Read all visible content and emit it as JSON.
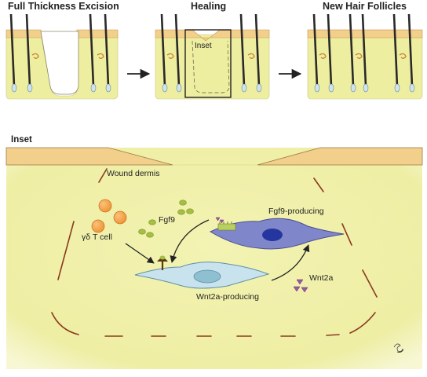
{
  "panels": [
    {
      "title": "Full Thickness Excision"
    },
    {
      "title": "Healing"
    },
    {
      "title": "New Hair Follicles"
    }
  ],
  "inset_box_label": "Inset",
  "inset": {
    "title": "Inset",
    "wound_dermis_label": "Wound dermis",
    "gamma_delta_label": "γδ T cell",
    "fgf9_label": "Fgf9",
    "fgf9_cell_label": "Fgf9-producing",
    "wnt2a_label": "Wnt2a",
    "wnt2a_cell_label": "Wnt2a-producing"
  },
  "colors": {
    "dermis": "#f0f0a8",
    "epidermis": "#f2cf8a",
    "hair": "#2a2a2a",
    "follicle_bulb": "#cfe4ee",
    "gamma_delta_cell": "#f3a24b",
    "fgf9_molecule": "#a5bf45",
    "fgf9_cell": "#7f86c9",
    "fgf9_nucleus": "#2636a0",
    "wnt2a_cell": "#c9e3ee",
    "wnt2a_nucleus": "#8fc0d1",
    "wnt2a_molecule": "#9a5aa0",
    "wound_outline": "#8b3a1e"
  },
  "icons": [
    "arrow-right-icon",
    "arrow-curved-icon",
    "receptor-icon",
    "signature-mark-icon"
  ]
}
